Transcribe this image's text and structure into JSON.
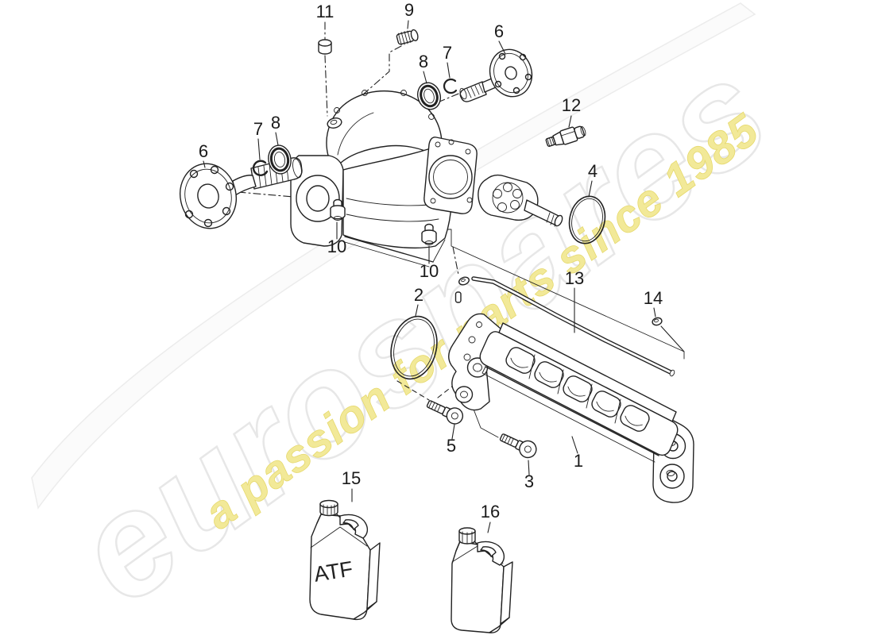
{
  "watermark": {
    "brand": "eurospares",
    "tagline": "a passion for parts since 1985",
    "brand_fill": "#ffffff",
    "brand_outline": "#e7e7e7",
    "tagline_fill": "#f2e998",
    "tagline_outline": "#e6d96e"
  },
  "canvas": {
    "background": "#ffffff",
    "line_color": "#222222"
  },
  "jug": {
    "atf_text": "ATF"
  },
  "callouts": [
    {
      "label": "11"
    },
    {
      "label": "9"
    },
    {
      "label": "6"
    },
    {
      "label": "7"
    },
    {
      "label": "8"
    },
    {
      "label": "12"
    },
    {
      "label": "6"
    },
    {
      "label": "7"
    },
    {
      "label": "8"
    },
    {
      "label": "4"
    },
    {
      "label": "10"
    },
    {
      "label": "10"
    },
    {
      "label": "2"
    },
    {
      "label": "13"
    },
    {
      "label": "14"
    },
    {
      "label": "5"
    },
    {
      "label": "3"
    },
    {
      "label": "1"
    },
    {
      "label": "15"
    },
    {
      "label": "16"
    }
  ]
}
